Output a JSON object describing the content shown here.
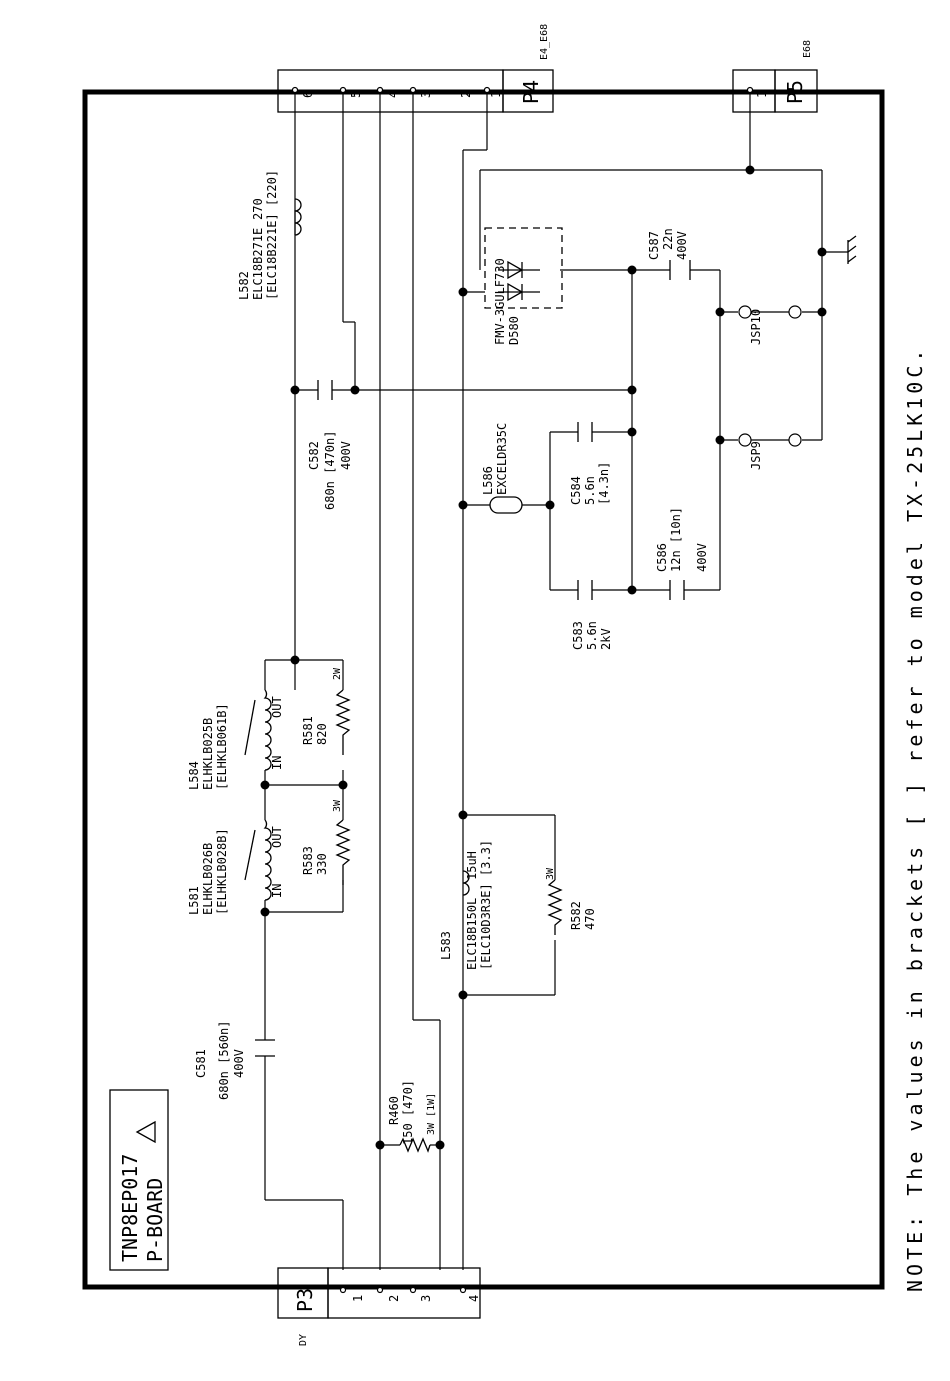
{
  "board": {
    "part": "TNP8EP017",
    "name": "P-BOARD"
  },
  "note": "NOTE: The values in brackets [ ] refer to model TX-25LK10C.",
  "connectors": {
    "p3": {
      "ref": "P3",
      "tag": "DY",
      "pins": [
        "1",
        "2",
        "3",
        "4"
      ]
    },
    "p4": {
      "ref": "P4",
      "tag": "E4_E68",
      "pins": [
        "6",
        "5",
        "4",
        "3",
        "2",
        "1"
      ]
    },
    "p5": {
      "ref": "P5",
      "tag": "E68",
      "pins": [
        "1"
      ]
    }
  },
  "components": {
    "l582": {
      "ref": "L582",
      "part": "ELC18B271E",
      "value": "270",
      "alt": "[ELC18B221E] [220]"
    },
    "c582": {
      "ref": "C582",
      "value": "680n [470n]",
      "voltage": "400V"
    },
    "l584": {
      "ref": "L584",
      "part": "ELHKLB025B",
      "alt": "[ELHKLB061B]",
      "in": "IN",
      "out": "OUT"
    },
    "r581": {
      "ref": "R581",
      "value": "820",
      "power": "2W"
    },
    "l581": {
      "ref": "L581",
      "part": "ELHKLB026B",
      "alt": "[ELHKLB028B]",
      "in": "IN",
      "out": "OUT"
    },
    "r583": {
      "ref": "R583",
      "value": "330",
      "power": "3W"
    },
    "c581": {
      "ref": "C581",
      "value": "680n [560n]",
      "voltage": "400V"
    },
    "r460": {
      "ref": "R460",
      "value": "150 [470]",
      "power": "3W [1W]"
    },
    "l583": {
      "ref": "L583",
      "part": "ELC18B150L",
      "value": "15uH",
      "alt": "[ELC10D3R3E] [3.3]"
    },
    "r582": {
      "ref": "R582",
      "value": "470",
      "power": "3W"
    },
    "d580": {
      "ref": "D580",
      "part": "FMV-3GULF730"
    },
    "c587": {
      "ref": "C587",
      "value": "22n",
      "voltage": "400V"
    },
    "jsp10": {
      "ref": "JSP10"
    },
    "jsp9": {
      "ref": "JSP9"
    },
    "l586": {
      "ref": "L586",
      "part": "EXCELDR35C"
    },
    "c584": {
      "ref": "C584",
      "value": "5.6n",
      "alt": "[4.3n]"
    },
    "c583": {
      "ref": "C583",
      "value": "5.6n",
      "voltage": "2kV"
    },
    "c586": {
      "ref": "C586",
      "value": "12n [10n]",
      "voltage": "400V"
    }
  }
}
